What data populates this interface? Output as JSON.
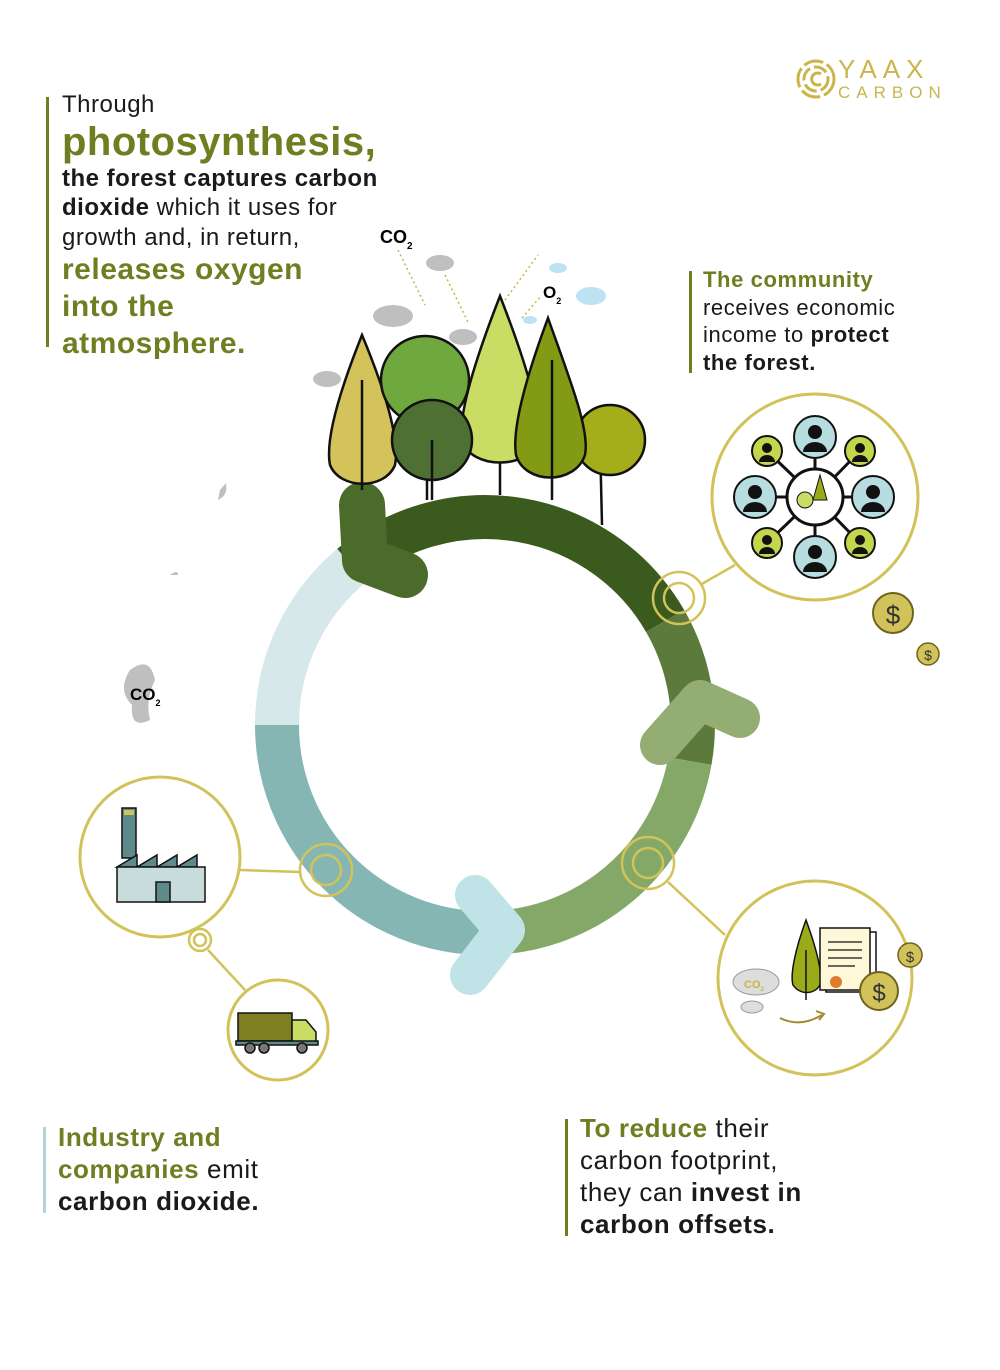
{
  "logo": {
    "line1": "YAAX",
    "line2": "CARBON"
  },
  "photosynthesis_block": {
    "l1": "Through",
    "l2": "photosynthesis,",
    "l3": "the forest captures carbon",
    "l4a": "dioxide",
    "l4b": " which it uses for",
    "l5": "growth and, in return,",
    "l6": "releases oxygen",
    "l7": "into the",
    "l8": "atmosphere."
  },
  "community_block": {
    "l1": "The community",
    "l2": "receives economic",
    "l3a": "income to ",
    "l3b": "protect",
    "l4": "the forest."
  },
  "industry_block": {
    "l1": "Industry and",
    "l2a": "companies",
    "l2b": " emit",
    "l3": "carbon dioxide."
  },
  "offsets_block": {
    "l1a": "To reduce",
    "l1b": " their",
    "l2": "carbon footprint,",
    "l3a": "they can ",
    "l3b": "invest in",
    "l4": "carbon offsets."
  },
  "labels": {
    "co2": "CO",
    "o2": "O",
    "sub2": "2",
    "dollar": "$"
  },
  "colors": {
    "olive": "#6e7f22",
    "gold": "#d2c25a",
    "dark_green": "#3b5a1d"
  }
}
